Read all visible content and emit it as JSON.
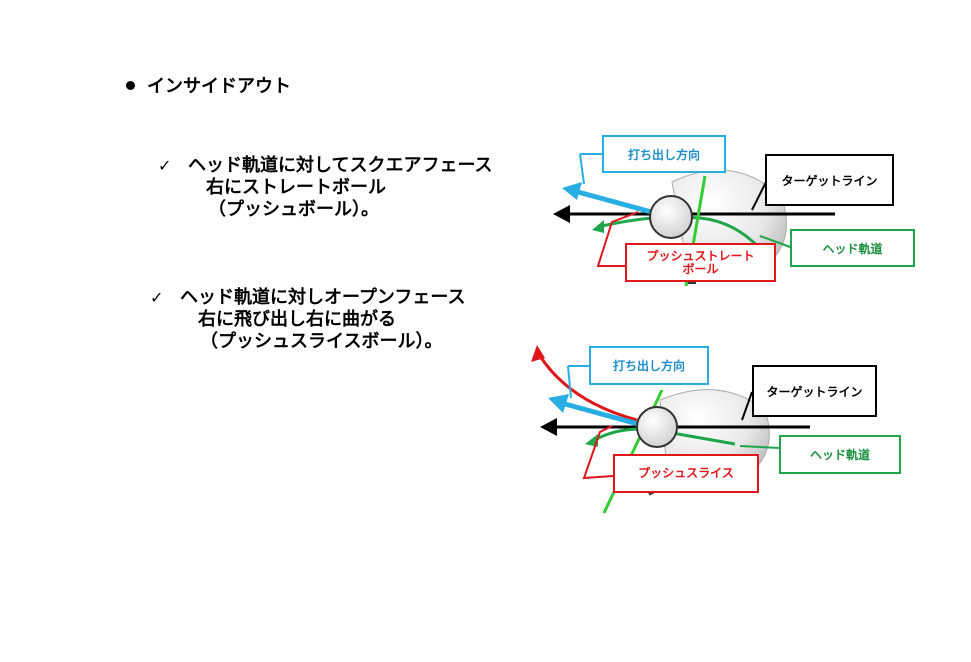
{
  "heading": {
    "text": "インサイドアウト"
  },
  "items": [
    {
      "check": "✓",
      "lines": [
        "ヘッド軌道に対してスクエアフェース",
        "右にストレートボール",
        "（プッシュボール）。"
      ]
    },
    {
      "check": "✓",
      "lines": [
        "ヘッド軌道に対しオープンフェース",
        "右に飛び出し右に曲がる",
        "（プッシュスライスボール）。"
      ]
    }
  ],
  "diagram1": {
    "launch_label": "打ち出し方向",
    "target_label": "ターゲットライン",
    "path_label": "ヘッド軌道",
    "shot_label_line1": "プッシュストレート",
    "shot_label_line2": "ボール"
  },
  "diagram2": {
    "launch_label": "打ち出し方向",
    "target_label": "ターゲットライン",
    "path_label": "ヘッド軌道",
    "shot_label": "プッシュスライス"
  },
  "colors": {
    "blue": "#29aee3",
    "green": "#1fa64a",
    "lime": "#33cc33",
    "red": "#e0161a",
    "black": "#000000"
  }
}
